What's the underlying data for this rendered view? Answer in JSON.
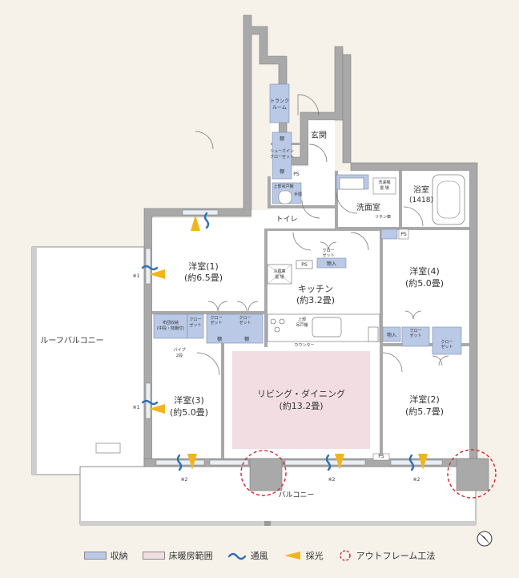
{
  "rooms": {
    "western1_name": "洋室(1)",
    "western1_size": "(約6.5畳)",
    "western2_name": "洋室(2)",
    "western2_size": "(約5.7畳)",
    "western3_name": "洋室(3)",
    "western3_size": "(約5.0畳)",
    "western4_name": "洋室(4)",
    "western4_size": "(約5.0畳)",
    "kitchen_name": "キッチン",
    "kitchen_size": "(約3.2畳)",
    "living_name": "リビング・ダイニング",
    "living_size": "(約13.2畳)",
    "entrance": "玄関",
    "washroom": "洗面室",
    "bath_name": "浴室",
    "bath_size": "(1418)",
    "toilet": "トイレ",
    "roof_balcony": "ルーフバルコニー",
    "balcony": "バルコニー"
  },
  "fixtures": {
    "trunk_room_1": "トランク",
    "trunk_room_2": "ルーム",
    "shoes_in_closet_1": "シューズイン",
    "shoes_in_closet_2": "クローゼット",
    "shelf_a": "棚",
    "shelf_b": "棚",
    "shelf_c": "棚",
    "shelf_d": "棚",
    "ps_1": "PS",
    "ps_2": "PS",
    "ps_3": "PS",
    "ps_4": "PS",
    "upper_cabinet_1": "上部吊戸棚",
    "towel_bar": "手摺",
    "washer_1": "洗濯機",
    "washer_2": "置 場",
    "fridge_1": "冷蔵庫",
    "fridge_2": "置 場",
    "linen_shelf": "リネン庫",
    "storage_1": "物入",
    "storage_2": "物入",
    "closet_1a": "クロー",
    "closet_1b": "ゼット",
    "closet_2a": "クロー",
    "closet_2b": "ゼット",
    "closet_3a": "クロー",
    "closet_3b": "ゼット",
    "closet_4a": "クロー",
    "closet_4b": "ゼット",
    "closet_5a": "クロー",
    "closet_5b": "ゼット",
    "closet_6a": "クロー",
    "closet_6b": "ゼット",
    "futon_1": "布団収納",
    "futon_2": "(中段・枕棚付)",
    "pipe_1": "パイプ",
    "pipe_2": "2段",
    "upper_cabinet_2a": "上部",
    "upper_cabinet_2b": "吊戸棚",
    "counter": "カウンター"
  },
  "notes": {
    "n1_a": "※1",
    "n1_b": "※1",
    "n2_a": "※2",
    "n2_b": "※2",
    "n2_c": "※2"
  },
  "legend": {
    "storage": "収納",
    "floor_heating": "床暖房範囲",
    "ventilation": "通風",
    "daylight": "採光",
    "outframe": "アウトフレーム工法"
  },
  "colors": {
    "storage": "#b9c9e6",
    "floor_heating": "#f2dde3",
    "wall": "#a9a9a9",
    "ventilation": "#2f6fb5",
    "daylight": "#f1b51c",
    "outframe": "#d2282e"
  }
}
